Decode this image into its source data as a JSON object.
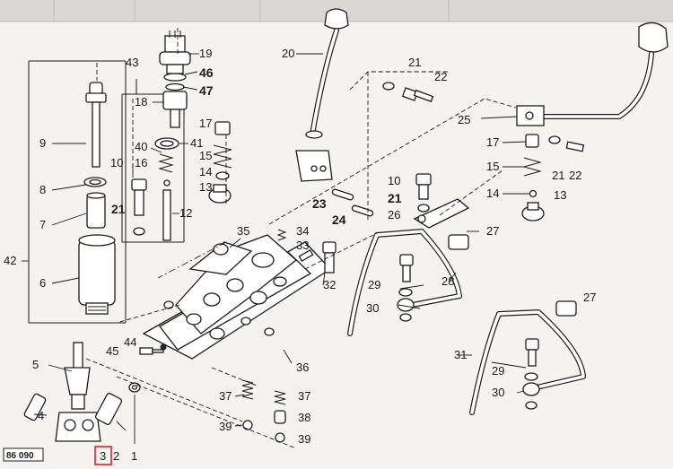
{
  "header": {
    "faint_cells": [
      "",
      "",
      ""
    ]
  },
  "reference_code": "86 090",
  "highlighted_callout": "3",
  "highlight_color": "#e0202a",
  "callouts": {
    "c1": "1",
    "c2": "2",
    "c3": "3",
    "c4": "4",
    "c5": "5",
    "c6": "6",
    "c7": "7",
    "c8": "8",
    "c9": "9",
    "c10a": "10",
    "c10b": "10",
    "c12": "12",
    "c13a": "13",
    "c13b": "13",
    "c14a": "14",
    "c14b": "14",
    "c15a": "15",
    "c15b": "15",
    "c16": "16",
    "c17a": "17",
    "c17b": "17",
    "c18": "18",
    "c19": "19",
    "c20": "20",
    "c21a": "21",
    "c21b": "21",
    "c21c": "21",
    "c21d": "21",
    "c22a": "22",
    "c22b": "22",
    "c23": "23",
    "c24": "24",
    "c25": "25",
    "c26": "26",
    "c27a": "27",
    "c27b": "27",
    "c28": "28",
    "c29a": "29",
    "c29b": "29",
    "c30a": "30",
    "c30b": "30",
    "c31": "31",
    "c32": "32",
    "c33": "33",
    "c34": "34",
    "c35": "35",
    "c36": "36",
    "c37a": "37",
    "c37b": "37",
    "c38": "38",
    "c39a": "39",
    "c39b": "39",
    "c40": "40",
    "c41": "41",
    "c42": "42",
    "c43": "43",
    "c44": "44",
    "c45": "45",
    "c46": "46",
    "c47": "47"
  }
}
